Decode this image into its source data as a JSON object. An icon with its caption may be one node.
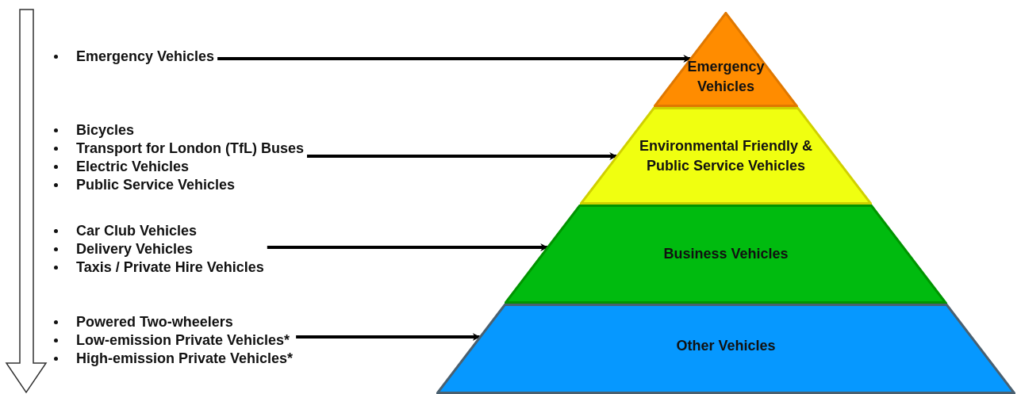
{
  "diagram": {
    "nodes": [
      {
        "text": [
          "Emergency Vehicles"
        ]
      },
      {
        "text": [
          "Bicycles",
          "Transport for London (TfL) Buses",
          "Electric Vehicles",
          "Public Service Vehicles"
        ]
      },
      {
        "text": [
          "Car Club Vehicles",
          "Delivery Vehicles",
          "Taxis / Private Hire Vehicles"
        ]
      },
      {
        "text": [
          "Powered Two-wheelers",
          "Low-emission Private Vehicles*",
          "High-emission Private Vehicles*"
        ]
      },
      {
        "text": [
          "Emergency Vehicles"
        ]
      },
      {
        "text": [
          "Environmental Friendly & Public Service Vehicles"
        ]
      },
      {
        "text": [
          "Business Vehicles"
        ]
      },
      {
        "text": [
          "Other Vehicles"
        ]
      }
    ],
    "edges": [
      {
        "from": 0,
        "to": 4,
        "arrow": "to"
      },
      {
        "from": 1,
        "to": 5,
        "arrow": "to"
      },
      {
        "from": 2,
        "to": 6,
        "arrow": "to"
      },
      {
        "from": 3,
        "to": 7,
        "arrow": "to"
      }
    ]
  }
}
